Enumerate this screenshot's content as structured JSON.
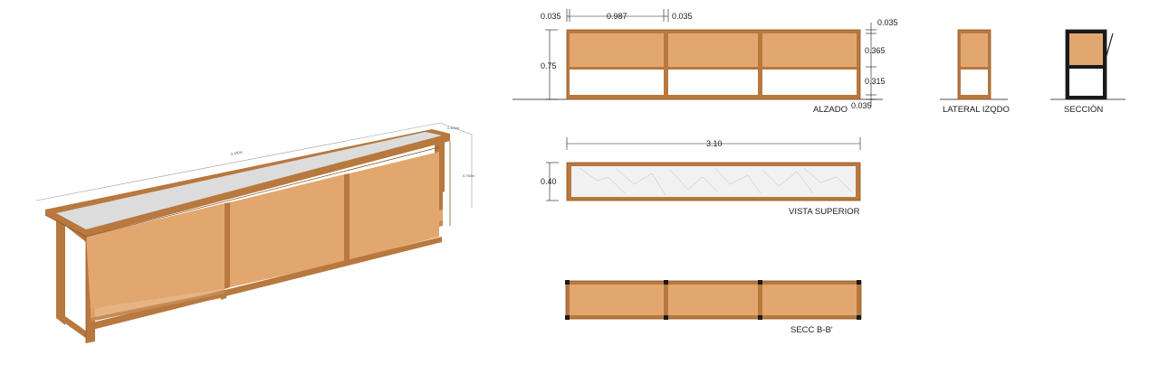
{
  "colors": {
    "wood": "#e2a76f",
    "wood_dark": "#c58a55",
    "frame": "#b8783e",
    "frame_edge": "#8a5526",
    "marble": "#dcdcdc",
    "line": "#1a1a1a",
    "white": "#ffffff"
  },
  "perspective": {
    "dims": {
      "length": "3.100m",
      "depth": "0.400m",
      "height": "0.750m"
    }
  },
  "elevation": {
    "caption": "ALZADO",
    "dims": {
      "leg_left": "0.035",
      "module_width": "0.987",
      "leg_mid": "0.035",
      "top_board": "0.035",
      "drawer_height": "0.365",
      "lower_height": "0.315",
      "bottom_board": "0.035",
      "total_height": "0.75"
    }
  },
  "side": {
    "caption": "LATERAL IZQDO"
  },
  "section": {
    "caption": "SECCIÓN"
  },
  "top_view": {
    "caption": "VISTA SUPERIOR",
    "dims": {
      "length": "3.10",
      "depth": "0.40"
    }
  },
  "section_bb": {
    "caption": "SECC B-B'"
  }
}
